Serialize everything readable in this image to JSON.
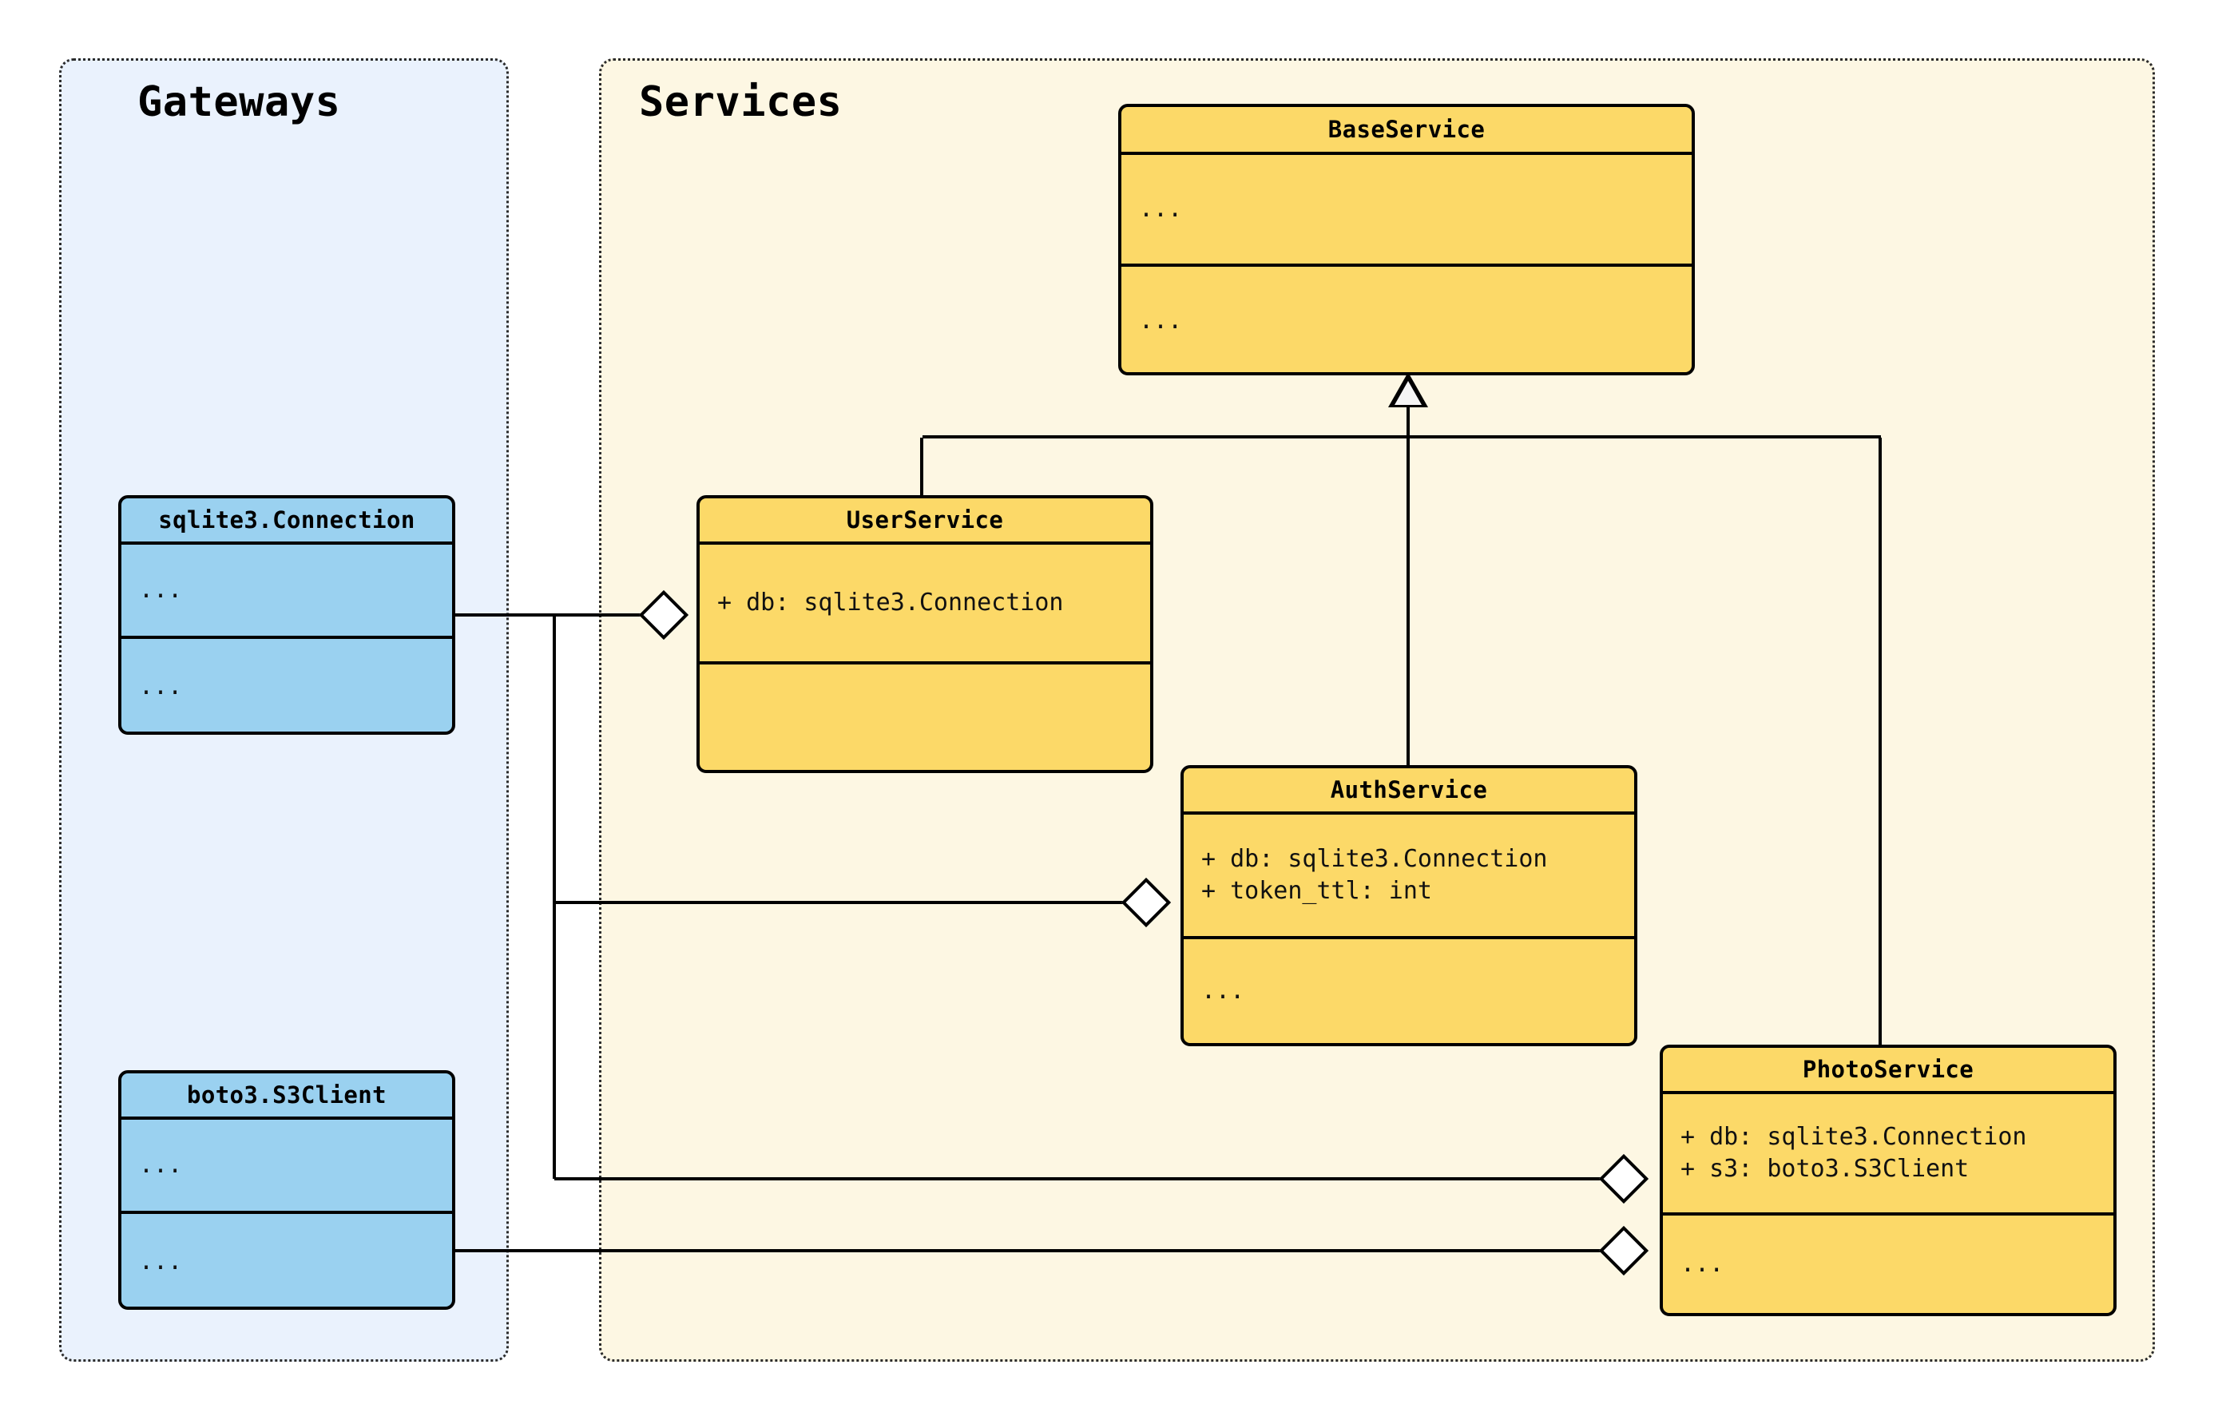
{
  "diagram": {
    "kind": "uml-class-diagram",
    "background": "#ffffff"
  },
  "packages": [
    {
      "id": "gateways",
      "title": "Gateways",
      "fill": "#eaf2fd",
      "border": "#2b2b2b"
    },
    {
      "id": "services",
      "title": "Services",
      "fill": "#fdf7e3",
      "border": "#2b2b2b"
    }
  ],
  "classes": [
    {
      "id": "base-service",
      "name": "BaseService",
      "package": "services",
      "fill": "#fcd968",
      "attributes": [
        "..."
      ],
      "methods": [
        "..."
      ]
    },
    {
      "id": "sqlite3-connection",
      "name": "sqlite3.Connection",
      "package": "gateways",
      "fill": "#9ad1f0",
      "attributes": [
        "..."
      ],
      "methods": [
        "..."
      ]
    },
    {
      "id": "boto3-s3client",
      "name": "boto3.S3Client",
      "package": "gateways",
      "fill": "#9ad1f0",
      "attributes": [
        "..."
      ],
      "methods": [
        "..."
      ]
    },
    {
      "id": "user-service",
      "name": "UserService",
      "package": "services",
      "fill": "#fcd968",
      "attributes": [
        "+ db: sqlite3.Connection"
      ],
      "methods": [
        ""
      ]
    },
    {
      "id": "auth-service",
      "name": "AuthService",
      "package": "services",
      "fill": "#fcd968",
      "attributes": [
        "+ db: sqlite3.Connection",
        "+ token_ttl: int"
      ],
      "methods": [
        "..."
      ]
    },
    {
      "id": "photo-service",
      "name": "PhotoService",
      "package": "services",
      "fill": "#fcd968",
      "attributes": [
        "+ db: sqlite3.Connection",
        "+ s3: boto3.S3Client"
      ],
      "methods": [
        "..."
      ]
    }
  ],
  "relationships": [
    {
      "id": "rel-1",
      "type": "generalization",
      "from": "UserService",
      "to": "BaseService",
      "marker": "hollow-triangle"
    },
    {
      "id": "rel-2",
      "type": "generalization",
      "from": "AuthService",
      "to": "BaseService",
      "marker": "hollow-triangle"
    },
    {
      "id": "rel-3",
      "type": "generalization",
      "from": "PhotoService",
      "to": "BaseService",
      "marker": "hollow-triangle"
    },
    {
      "id": "rel-4",
      "type": "aggregation",
      "from": "UserService",
      "to": "sqlite3.Connection",
      "marker": "hollow-diamond"
    },
    {
      "id": "rel-5",
      "type": "aggregation",
      "from": "AuthService",
      "to": "sqlite3.Connection",
      "marker": "hollow-diamond"
    },
    {
      "id": "rel-6",
      "type": "aggregation",
      "from": "PhotoService",
      "to": "sqlite3.Connection",
      "marker": "hollow-diamond"
    },
    {
      "id": "rel-7",
      "type": "aggregation",
      "from": "PhotoService",
      "to": "boto3.S3Client",
      "marker": "hollow-diamond"
    }
  ]
}
